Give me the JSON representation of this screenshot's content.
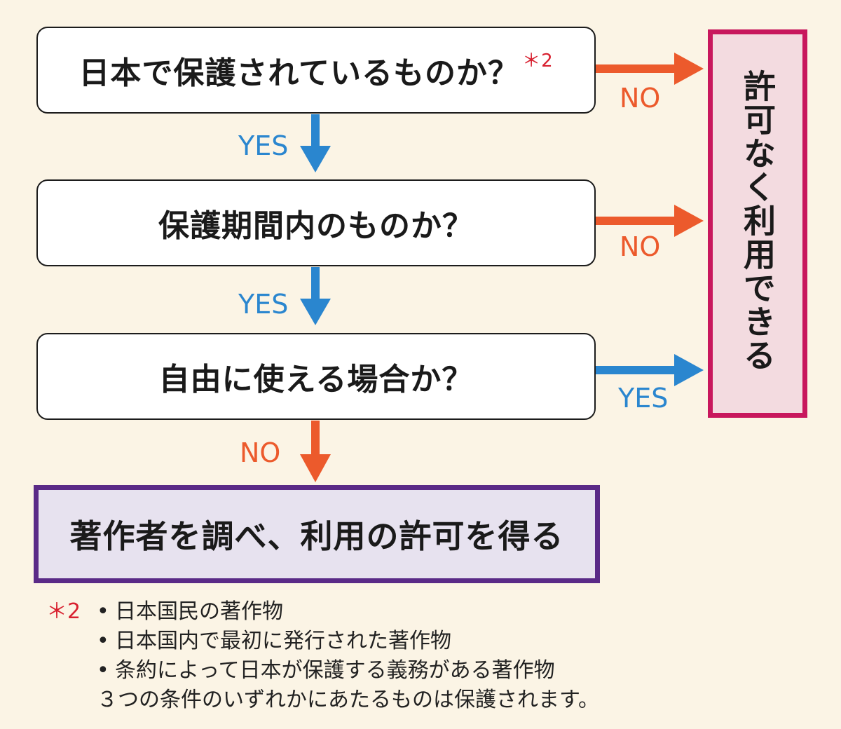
{
  "questions": {
    "q1": "日本で保護されているものか？",
    "q1_note_mark": "＊2",
    "q2": "保護期間内のものか？",
    "q3": "自由に使える場合か？"
  },
  "labels": {
    "yes1": "YES",
    "yes2": "YES",
    "yes3": "YES",
    "no1": "NO",
    "no2": "NO",
    "no3": "NO"
  },
  "results": {
    "free_use": "許可なく利用できる",
    "ask_permission": "著作者を調べ、利用の許可を得る"
  },
  "footnote": {
    "mark": "＊2",
    "items": [
      "日本国民の著作物",
      "日本国内で最初に発行された著作物",
      "条約によって日本が保護する義務がある著作物"
    ],
    "summary": "３つの条件のいずれかにあたるものは保護されます。"
  },
  "colors": {
    "yes": "#2a86cf",
    "no": "#ec5a2c",
    "free_use_border": "#c8175d",
    "permission_border": "#5a2a87",
    "background": "#fbf4e5"
  }
}
